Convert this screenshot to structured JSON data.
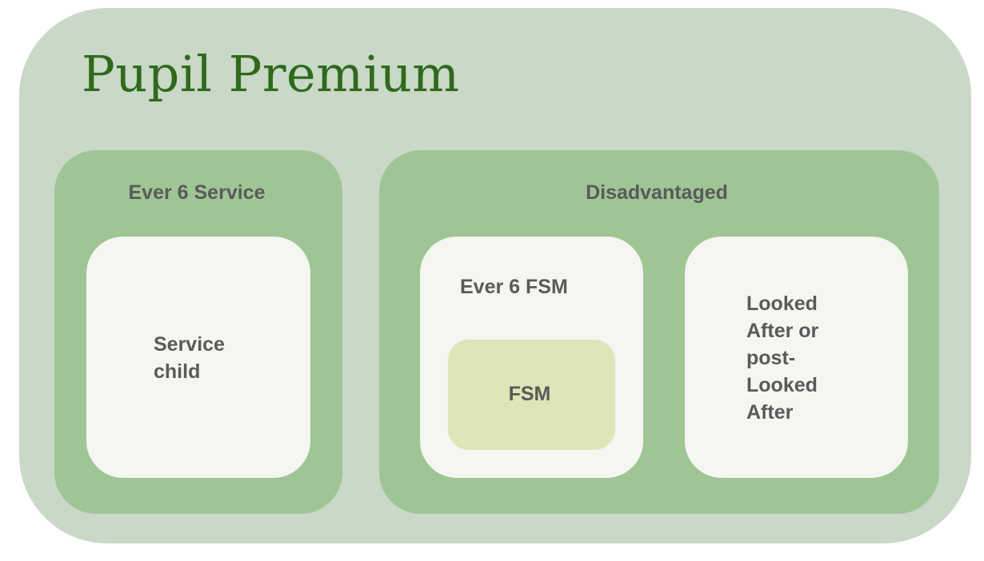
{
  "title": "Pupil Premium",
  "colors": {
    "outer": "#c9d8c7",
    "group": "#9fc595",
    "inner": "#f5f5f2",
    "fsm": "#dce6b7",
    "title_text": "#2f6a1c",
    "label_text": "#5a5a5a"
  },
  "groups": {
    "ever6_service": {
      "label": "Ever 6 Service",
      "child": {
        "label": "Service\nchild"
      }
    },
    "disadvantaged": {
      "label": "Disadvantaged",
      "ever6_fsm": {
        "label": "Ever 6 FSM",
        "fsm": {
          "label": "FSM"
        }
      },
      "looked_after": {
        "label": "Looked\nAfter or\npost-\nLooked\nAfter"
      }
    }
  }
}
